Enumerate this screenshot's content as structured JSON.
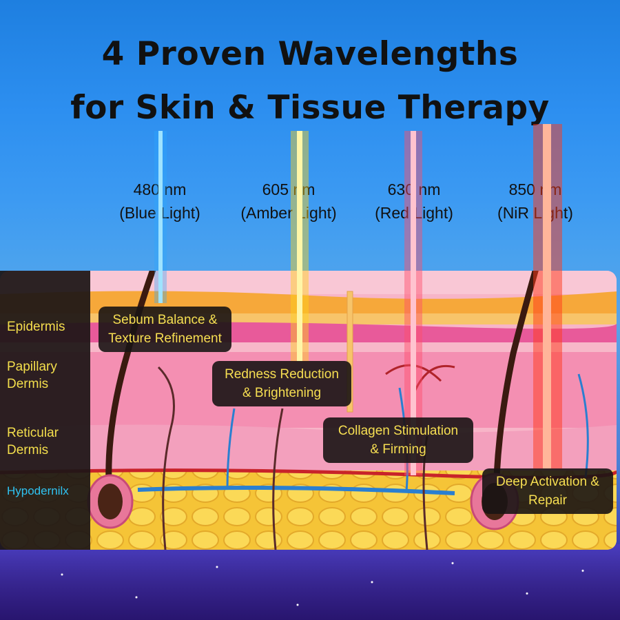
{
  "title": {
    "line1": "4 Proven Wavelengths",
    "line2": "for Skin & Tissue Therapy"
  },
  "wavelengths": [
    {
      "nm": "480 nm",
      "name": "(Blue Light)",
      "color": "#2aa8ff"
    },
    {
      "nm": "605 nm",
      "name": "(Amber Light)",
      "color": "#ffd21a"
    },
    {
      "nm": "630 nm",
      "name": "(Red Light)",
      "color": "#ff4d6a"
    },
    {
      "nm": "850 nm",
      "name": "(NiR Light)",
      "color": "#ff3a1a"
    }
  ],
  "layers": {
    "epidermis": "Epidermis",
    "papillary_1": "Papillary",
    "papillary_2": "Dermis",
    "reticular_1": "Reticular",
    "reticular_2": "Dermis",
    "hypodermis": "Hypodernilx"
  },
  "callouts": [
    {
      "line1": "Sebum Balance &",
      "line2": "Texture Refinement"
    },
    {
      "line1": "Redness Reduction",
      "line2": "& Brightening"
    },
    {
      "line1": "Collagen Stimulation",
      "line2": "& Firming"
    },
    {
      "line1": "Deep Activation &",
      "line2": "Repair"
    }
  ],
  "colors": {
    "label_yellow": "#f4df4c",
    "hypodermis_label": "#2fc3f2",
    "callout_bg": "#1a1414"
  }
}
